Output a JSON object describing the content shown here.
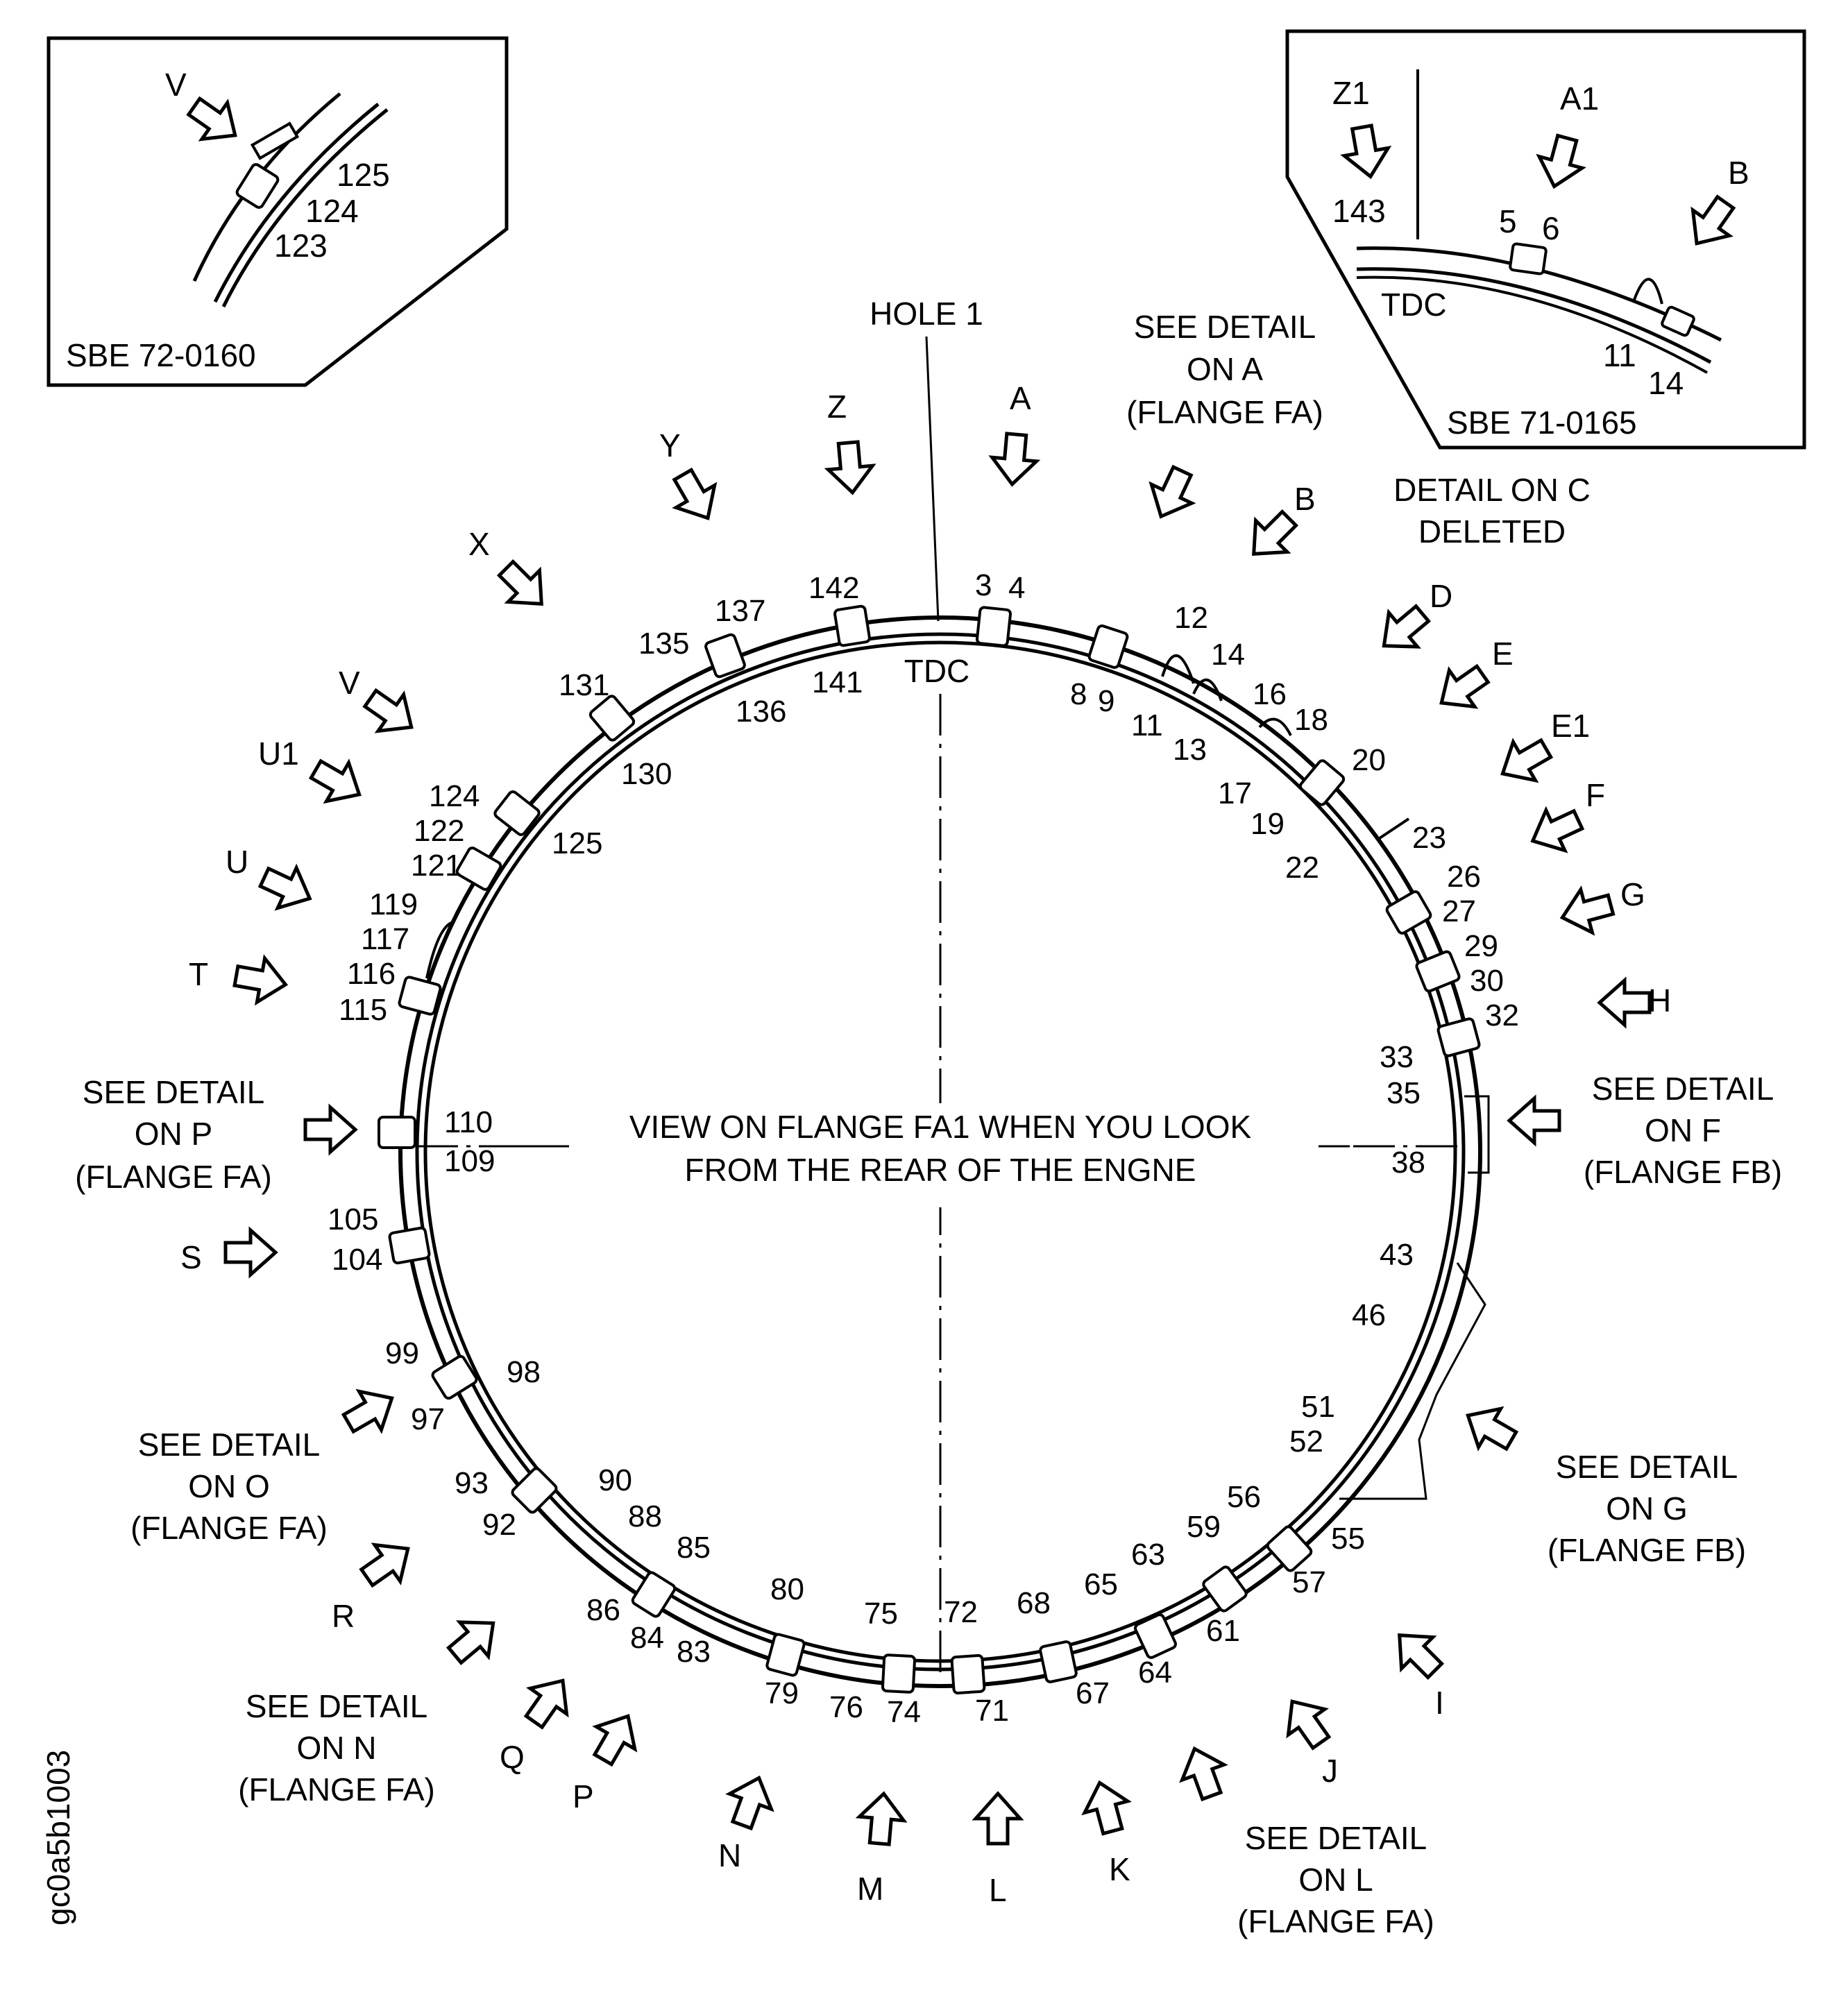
{
  "center_title": [
    "VIEW ON FLANGE FA1 WHEN YOU LOOK",
    "FROM THE REAR OF THE ENGNE"
  ],
  "top_labels": {
    "hole": "HOLE 1",
    "tdc": "TDC"
  },
  "inset_left": {
    "id": "SBE 72-0160",
    "arrow": "V",
    "holes": [
      "125",
      "124",
      "123"
    ]
  },
  "inset_right": {
    "id": "SBE 71-0165",
    "tdc": "TDC",
    "arrows": [
      "Z1",
      "A1",
      "B"
    ],
    "holes": [
      "143",
      "5",
      "6",
      "11",
      "14"
    ]
  },
  "arrows": [
    "A",
    "B",
    "D",
    "E",
    "E1",
    "F",
    "G",
    "H",
    "I",
    "J",
    "K",
    "L",
    "M",
    "N",
    "P",
    "Q",
    "R",
    "S",
    "T",
    "U",
    "U1",
    "V",
    "X",
    "Y",
    "Z"
  ],
  "notes": {
    "detail_a": [
      "SEE DETAIL",
      "ON A",
      "(FLANGE FA)"
    ],
    "detail_c": [
      "DETAIL ON C",
      "DELETED"
    ],
    "detail_f": [
      "SEE DETAIL",
      "ON F",
      "(FLANGE FB)"
    ],
    "detail_g": [
      "SEE DETAIL",
      "ON G",
      "(FLANGE FB)"
    ],
    "detail_l": [
      "SEE DETAIL",
      "ON L",
      "(FLANGE FA)"
    ],
    "detail_n": [
      "SEE DETAIL",
      "ON N",
      "(FLANGE FA)"
    ],
    "detail_o": [
      "SEE DETAIL",
      "ON O",
      "(FLANGE FA)"
    ],
    "detail_p": [
      "SEE DETAIL",
      "ON P",
      "(FLANGE FA)"
    ]
  },
  "hole_numbers": [
    "3",
    "4",
    "8",
    "9",
    "11",
    "12",
    "13",
    "14",
    "16",
    "17",
    "18",
    "19",
    "20",
    "22",
    "23",
    "26",
    "27",
    "29",
    "30",
    "32",
    "33",
    "35",
    "38",
    "43",
    "46",
    "51",
    "52",
    "55",
    "56",
    "57",
    "59",
    "61",
    "63",
    "64",
    "65",
    "67",
    "68",
    "71",
    "72",
    "74",
    "75",
    "76",
    "79",
    "80",
    "83",
    "84",
    "85",
    "86",
    "88",
    "90",
    "92",
    "93",
    "97",
    "98",
    "99",
    "104",
    "105",
    "109",
    "110",
    "115",
    "116",
    "117",
    "119",
    "121",
    "122",
    "124",
    "125",
    "130",
    "131",
    "135",
    "136",
    "137",
    "141",
    "142"
  ],
  "figure_id": "gc0a5b1003"
}
